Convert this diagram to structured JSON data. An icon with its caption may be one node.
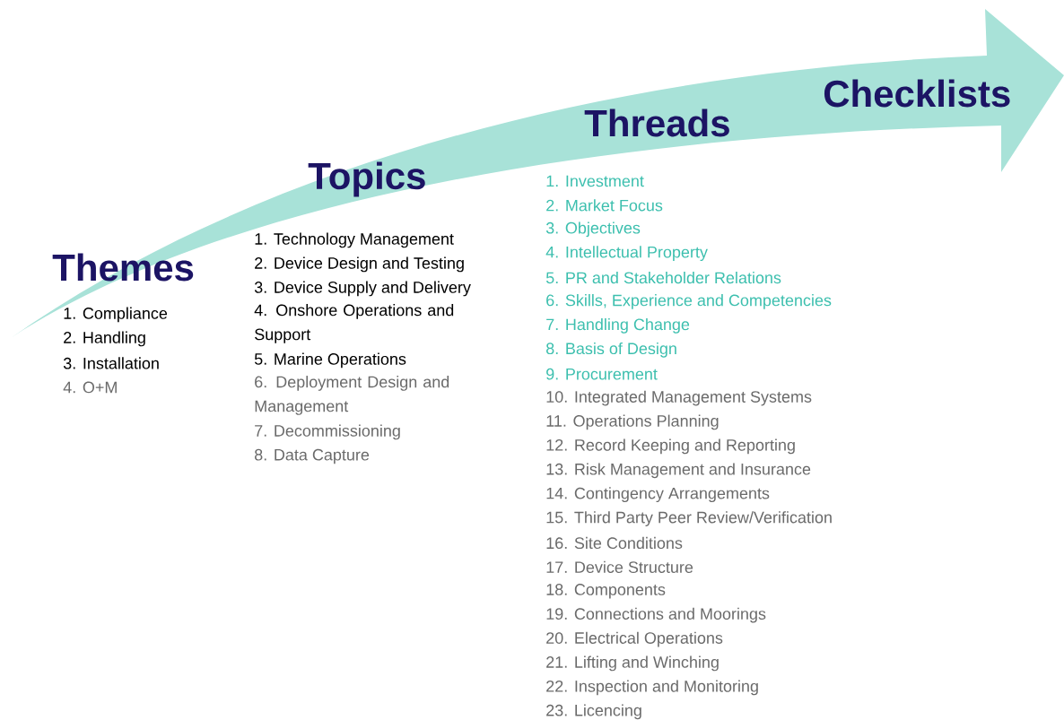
{
  "diagram": {
    "labels": [
      "Themes",
      "1. Compliance",
      "2. Handling",
      "3. Installation",
      "4. O+M",
      "Topics",
      "1. Technology Management",
      "2. Device Design and Testing",
      "3. Device Supply and Delivery",
      "4. Onshore Operations and Support",
      "5. Marine Operations",
      "6. Deployment Design and Management",
      "7. Decommissioning",
      "8. Data Capture",
      "Threads",
      "1. Investment",
      "2. Market Focus",
      "3. Objectives",
      "4. Intellectual Property",
      "5. PR and Stakeholder Relations",
      "6. Skills, Experience and Competencies",
      "7. Handling Change",
      "8. Basis of Design",
      "9. Procurement",
      "10. Integrated Management Systems",
      "11. Operations Planning",
      "12. Record Keeping and Reporting",
      "13. Risk Management and Insurance",
      "14. Contingency Arrangements",
      "15. Third Party Peer Review/Verification",
      "16. Site Conditions",
      "17. Device Structure",
      "18. Components",
      "19. Connections and Moorings",
      "20. Electrical Operations",
      "21. Lifting and Winching",
      "22. Inspection and Monitoring",
      "23. Licencing",
      "Checklists"
    ]
  }
}
